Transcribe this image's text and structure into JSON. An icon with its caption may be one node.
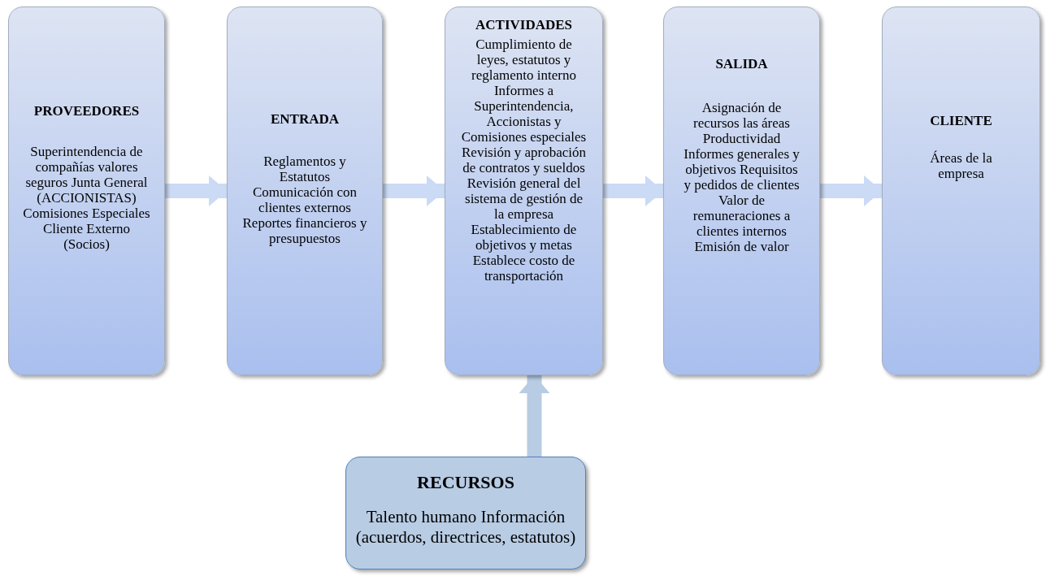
{
  "diagram": {
    "nodes": [
      {
        "text": [
          "PROVEEDORES",
          "Superintendencia de compañías valores seguros Junta General (ACCIONISTAS) Comisiones Especiales Cliente Externo (Socios)"
        ]
      },
      {
        "text": [
          "ENTRADA",
          "Reglamentos y Estatutos Comunicación con clientes externos Reportes financieros y presupuestos"
        ]
      },
      {
        "text": [
          "ACTIVIDADES",
          "Cumplimiento de leyes, estatutos y reglamento interno Informes a Superintendencia, Accionistas y Comisiones especiales Revisión y aprobación de contratos y sueldos Revisión general del sistema de gestión de la empresa Establecimiento de objetivos y metas Establece costo de transportación"
        ]
      },
      {
        "text": [
          "SALIDA",
          "Asignación de recursos las áreas Productividad Informes generales y objetivos Requisitos y pedidos de clientes Valor de remuneraciones a clientes internos Emisión de valor"
        ]
      },
      {
        "text": [
          "CLIENTE",
          "Áreas de la empresa"
        ]
      },
      {
        "text": [
          "RECURSOS",
          "Talento humano Información (acuerdos, directrices, estatutos)"
        ]
      }
    ],
    "edges": [
      {
        "from": 0,
        "to": 1,
        "arrow": "to"
      },
      {
        "from": 1,
        "to": 2,
        "arrow": "to"
      },
      {
        "from": 2,
        "to": 3,
        "arrow": "to"
      },
      {
        "from": 3,
        "to": 4,
        "arrow": "to"
      },
      {
        "from": 5,
        "to": 2,
        "arrow": "to",
        "color": "#b8cce4"
      }
    ]
  }
}
